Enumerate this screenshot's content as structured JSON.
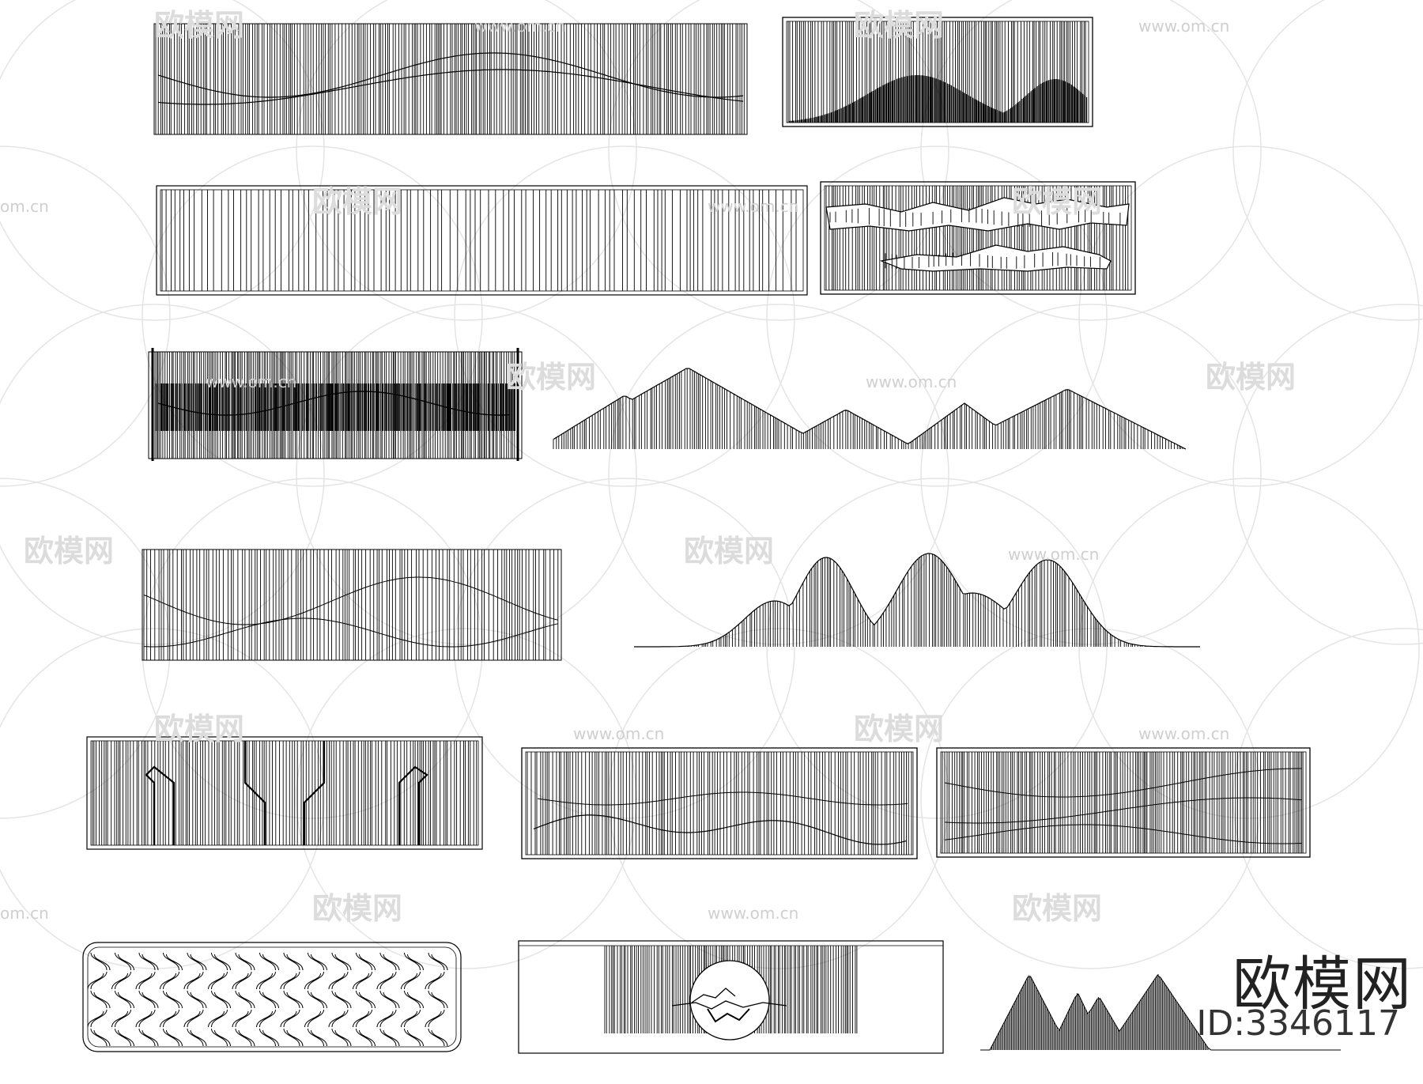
{
  "watermarks": {
    "url_text": "www.om.cn",
    "url_partial": "om.cn",
    "brand": "欧模网"
  },
  "brand_mark": {
    "title": "欧模网",
    "id_label": "ID:3346117"
  },
  "colors": {
    "line": "#000000",
    "watermark": "#e4e4e4",
    "background": "#ffffff"
  },
  "panels": [
    {
      "name": "panel-waves-top-left",
      "pattern": "stripes-wave"
    },
    {
      "name": "panel-mountains-top-right",
      "pattern": "stripes-mountain-fill"
    },
    {
      "name": "panel-plain-stripes",
      "pattern": "stripes-plain"
    },
    {
      "name": "panel-clouds",
      "pattern": "stripes-clouds"
    },
    {
      "name": "panel-dense-landscape",
      "pattern": "stripes-dense"
    },
    {
      "name": "panel-mountain-silhouette-1",
      "pattern": "mountain-outline"
    },
    {
      "name": "panel-hills-lines",
      "pattern": "stripes-hill-lines"
    },
    {
      "name": "panel-mountain-silhouette-2",
      "pattern": "mountain-outline"
    },
    {
      "name": "panel-doorway",
      "pattern": "stripes-doorway"
    },
    {
      "name": "panel-landscape-frame",
      "pattern": "stripes-landscape"
    },
    {
      "name": "panel-ribbon-waves",
      "pattern": "stripes-ribbons"
    },
    {
      "name": "panel-rope-pattern",
      "pattern": "rope-twist"
    },
    {
      "name": "panel-moon",
      "pattern": "stripes-moon"
    },
    {
      "name": "panel-peaks",
      "pattern": "spike-peaks"
    }
  ]
}
